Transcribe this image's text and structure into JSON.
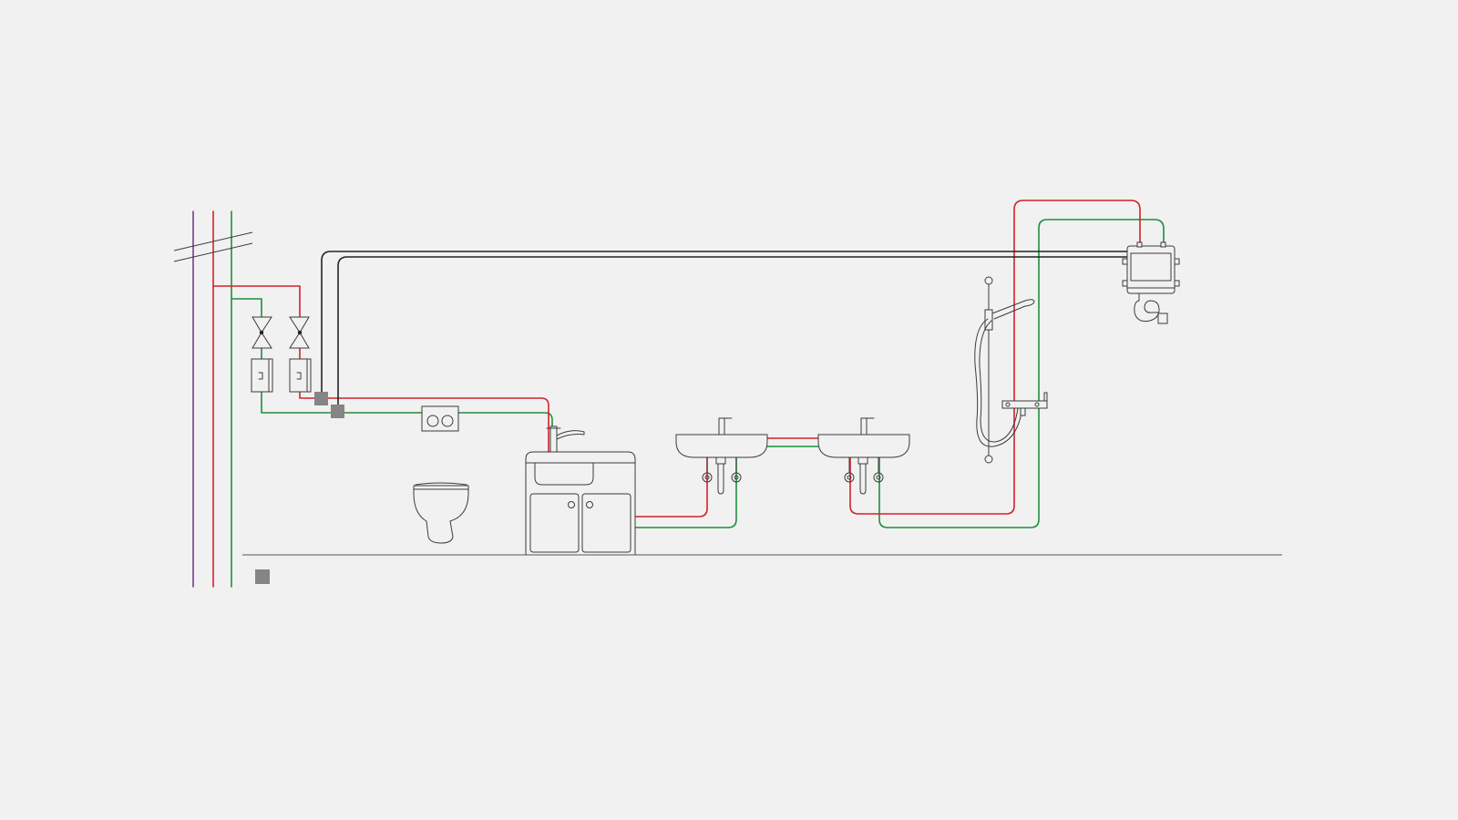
{
  "diagram": {
    "colors": {
      "background": "#f1f1f1",
      "hot_water": "#d4202a",
      "cold_water": "#1e8f3e",
      "circulation": "#7b3f8f",
      "control_cable": "#222222",
      "fixture_outline": "#3c3c3c",
      "junction_box": "#858585",
      "floor_line": "#555555"
    },
    "elements": [
      "riser-circulation-pipe",
      "riser-hot-water-pipe",
      "riser-cold-water-pipe",
      "shutoff-valve-cold",
      "shutoff-valve-hot",
      "water-meter-cold",
      "water-meter-hot",
      "junction-box",
      "control-cable",
      "flush-plate",
      "wall-hung-toilet",
      "kitchen-sink-cabinet",
      "washbasin-left",
      "washbasin-right",
      "shower-rail",
      "thermostatic-shower-mixer",
      "heating-control-unit"
    ],
    "legend": {
      "swatch_color": "#858585",
      "label": ""
    }
  }
}
